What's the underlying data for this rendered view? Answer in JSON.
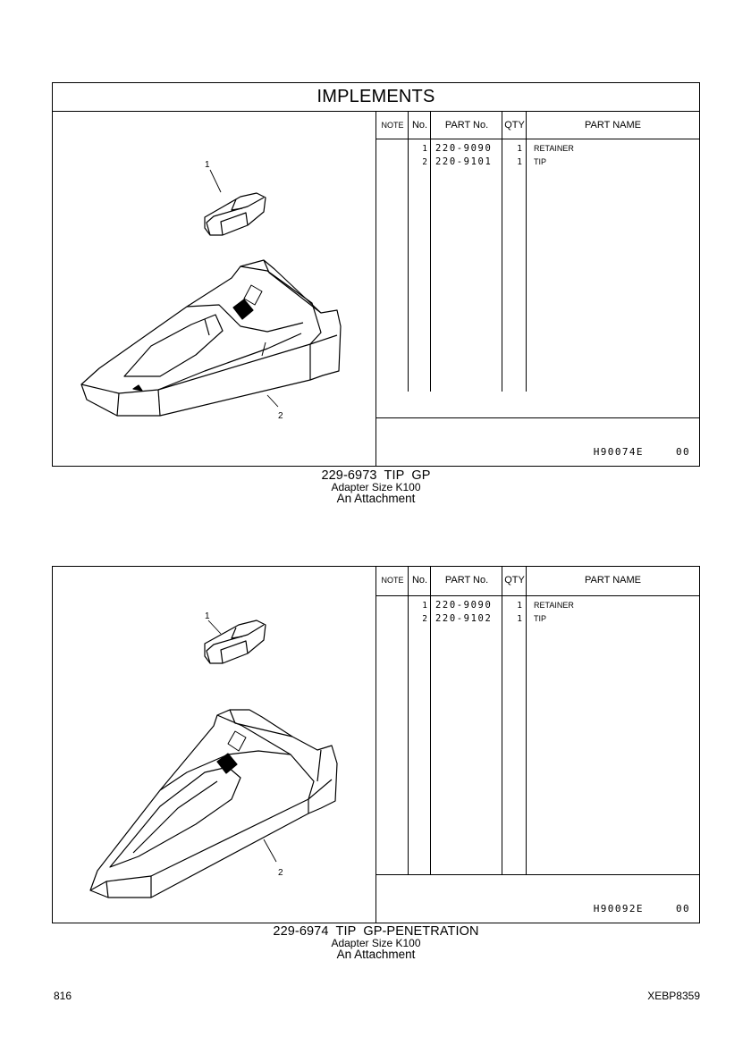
{
  "header": {
    "title": "IMPLEMENTS"
  },
  "table_headers": {
    "note": "NOTE",
    "no": "No.",
    "part_no": "PART No.",
    "qty": "QTY",
    "part_name": "PART NAME"
  },
  "groups": [
    {
      "title": "229-6973  TIP  GP",
      "subtitle": "Adapter Size K100",
      "attachment": "An Attachment",
      "drawing_code": "H90074E  00",
      "callouts": [
        "1",
        "2"
      ],
      "rows": [
        {
          "no": "1",
          "part_no": "220-9090",
          "qty": "1",
          "name": "RETAINER"
        },
        {
          "no": "2",
          "part_no": "220-9101",
          "qty": "1",
          "name": "TIP"
        }
      ]
    },
    {
      "title": "229-6974  TIP  GP-PENETRATION",
      "subtitle": "Adapter Size K100",
      "attachment": "An Attachment",
      "drawing_code": "H90092E  00",
      "callouts": [
        "1",
        "2"
      ],
      "rows": [
        {
          "no": "1",
          "part_no": "220-9090",
          "qty": "1",
          "name": "RETAINER"
        },
        {
          "no": "2",
          "part_no": "220-9102",
          "qty": "1",
          "name": "TIP"
        }
      ]
    }
  ],
  "footer": {
    "page_number": "816",
    "doc_code": "XEBP8359"
  }
}
